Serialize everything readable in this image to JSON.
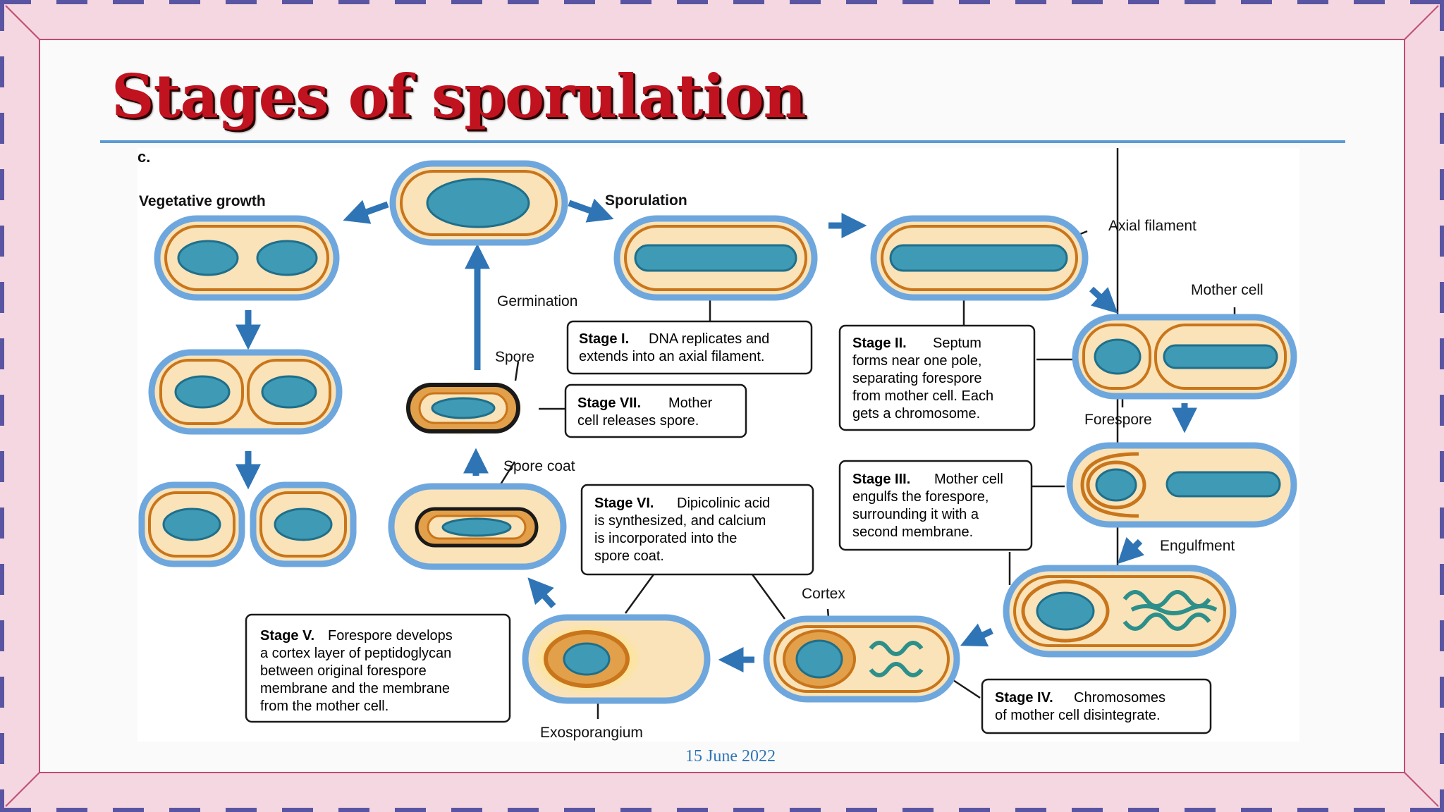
{
  "slide": {
    "title": "Stages of sporulation",
    "date": "15 June 2022",
    "colors": {
      "border_outer": "#f4d7e1",
      "border_dash": "#5a55a3",
      "border_edge": "#c04d70",
      "title": "#c1121f",
      "title_rule": "#5b9bd5",
      "date": "#2e75b6",
      "cell_wall": "#6ea7dd",
      "cell_fill": "#fae3b8",
      "membrane": "#c9751b",
      "dna": "#1f6f8b",
      "arrow": "#2f74b5"
    }
  },
  "diagram": {
    "panel_letter": "c.",
    "headings": {
      "vegetative": "Vegetative growth",
      "sporulation": "Sporulation"
    },
    "labels": {
      "germination": "Germination",
      "spore": "Spore",
      "axial_filament": "Axial filament",
      "mother_cell": "Mother cell",
      "forespore": "Forespore",
      "spore_coat": "Spore coat",
      "engulfment": "Engulfment",
      "cortex": "Cortex",
      "exosporangium": "Exosporangium"
    },
    "stages": {
      "s1": {
        "title": "Stage I.",
        "line1": "DNA replicates and",
        "line2": "extends into an axial filament."
      },
      "s2": {
        "title": "Stage II.",
        "line1": "Septum",
        "line2": "forms near one pole,",
        "line3": "separating forespore",
        "line4": "from mother cell. Each",
        "line5": "gets a chromosome."
      },
      "s3": {
        "title": "Stage III.",
        "line1": "Mother cell",
        "line2": "engulfs the forespore,",
        "line3": "surrounding it with a",
        "line4": "second membrane."
      },
      "s4": {
        "title": "Stage IV.",
        "line1": "Chromosomes",
        "line2": "of mother cell disintegrate."
      },
      "s5": {
        "title": "Stage V.",
        "line1": "Forespore develops",
        "line2": "a cortex layer of peptidoglycan",
        "line3": "between original forespore",
        "line4": "membrane and the membrane",
        "line5": "from the mother cell."
      },
      "s6": {
        "title": "Stage VI.",
        "line1": "Dipicolinic acid",
        "line2": "is synthesized, and calcium",
        "line3": "is incorporated into the",
        "line4": "spore coat."
      },
      "s7": {
        "title": "Stage VII.",
        "line1": "Mother",
        "line2": "cell releases spore."
      }
    }
  }
}
